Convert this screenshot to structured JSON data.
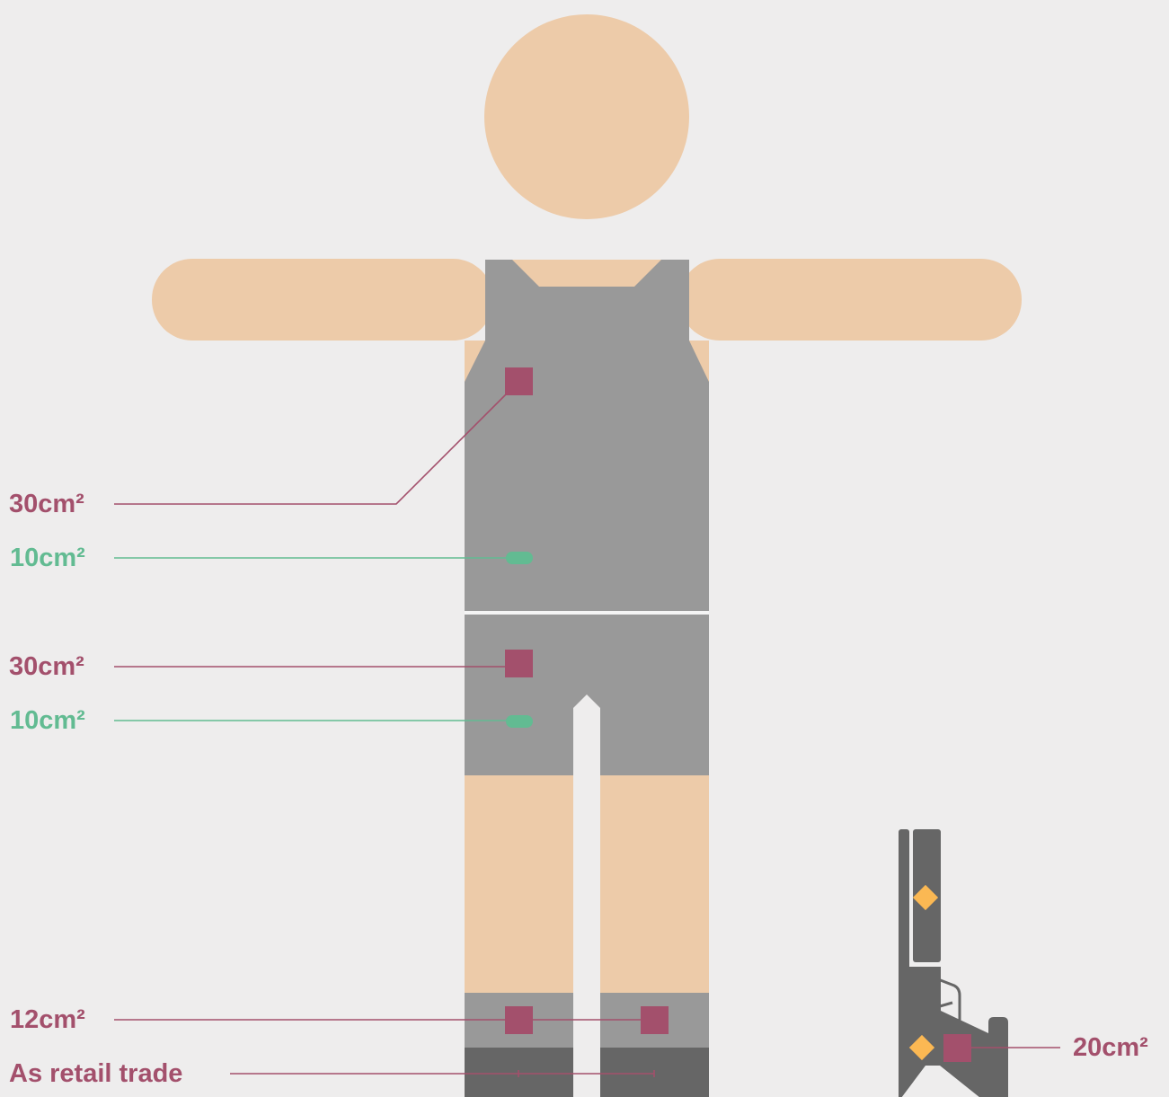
{
  "colors": {
    "background": "#eeeded",
    "skin": "#edcba9",
    "garment": "#999999",
    "dark_garment": "#666666",
    "maroon_marker": "#a3506c",
    "green_marker": "#62bb92",
    "yellow_marker": "#fbb853",
    "waist_divider": "#f4f4f4"
  },
  "figure": {
    "description_icon": "person-icon",
    "weapon_icon": "pistol-icon"
  },
  "labels": [
    {
      "id": "chest",
      "text": "30cm²",
      "color": "maroon",
      "marker": "square"
    },
    {
      "id": "abdomen",
      "text": "10cm²",
      "color": "green",
      "marker": "pill"
    },
    {
      "id": "groin",
      "text": "30cm²",
      "color": "maroon",
      "marker": "square"
    },
    {
      "id": "groin-small",
      "text": "10cm²",
      "color": "green",
      "marker": "pill"
    },
    {
      "id": "ankles",
      "text": "12cm²",
      "color": "maroon",
      "marker": "square"
    },
    {
      "id": "shoes",
      "text": "As retail trade",
      "color": "maroon",
      "marker": "tick"
    },
    {
      "id": "weapon",
      "text": "20cm²",
      "color": "maroon",
      "marker": "square"
    }
  ]
}
